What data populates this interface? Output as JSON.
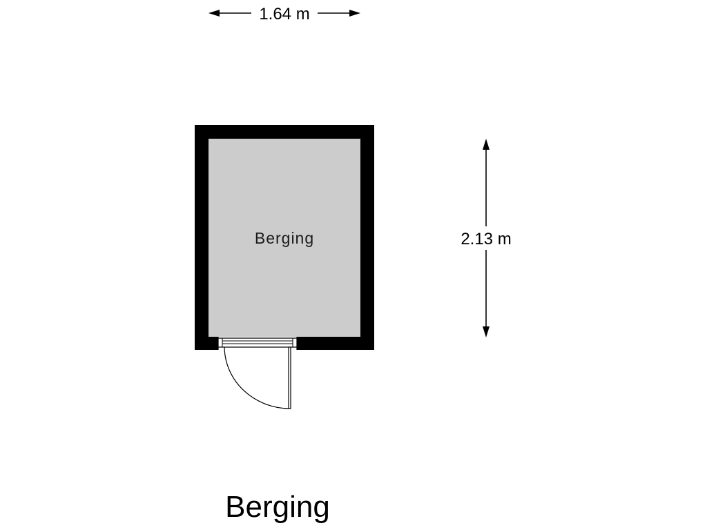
{
  "plan": {
    "title": "Berging",
    "room": {
      "label": "Berging"
    },
    "dimensions": {
      "width_label": "1.64 m",
      "height_label": "2.13 m"
    },
    "colors": {
      "wall": "#000000",
      "floor": "#cccccc",
      "background": "#ffffff",
      "line": "#000000"
    }
  }
}
